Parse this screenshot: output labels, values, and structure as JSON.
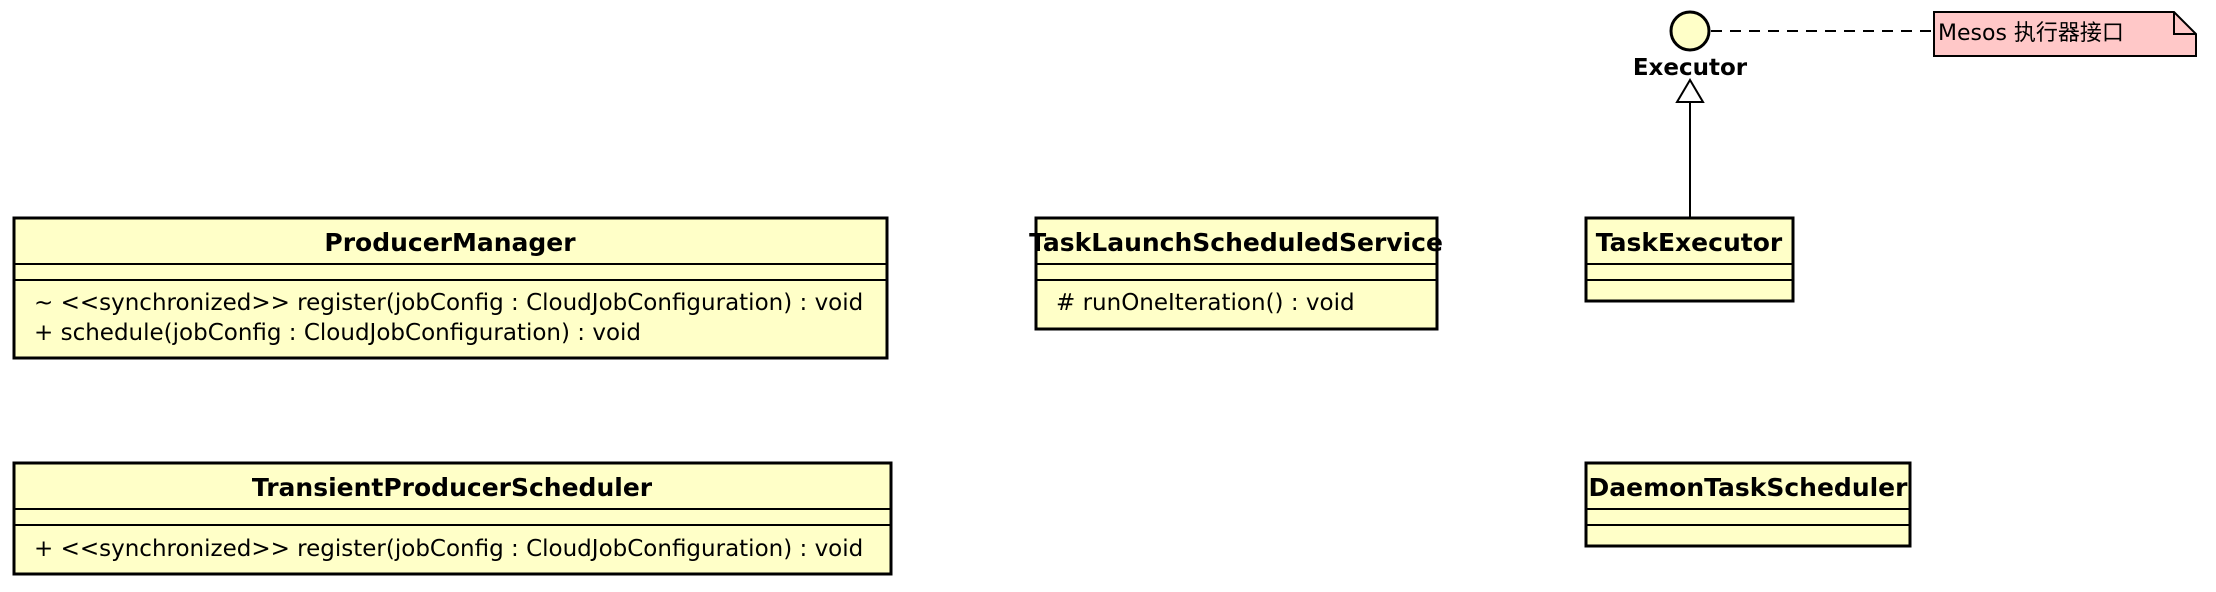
{
  "colors": {
    "class_fill": "#ffffc8",
    "note_fill": "#ffc8c8",
    "stroke": "#000000"
  },
  "interface": {
    "name": "Executor"
  },
  "note": {
    "text": "Mesos 执行器接口"
  },
  "classes": {
    "producer_manager": {
      "name": "ProducerManager",
      "operations": [
        "~ <<synchronized>> register(jobConfig : CloudJobConfiguration) : void",
        "+ schedule(jobConfig : CloudJobConfiguration) : void"
      ]
    },
    "task_launch": {
      "name": "TaskLaunchScheduledService",
      "operations": [
        "# runOneIteration() : void"
      ]
    },
    "task_executor": {
      "name": "TaskExecutor"
    },
    "transient_producer": {
      "name": "TransientProducerScheduler",
      "operations": [
        "+ <<synchronized>> register(jobConfig : CloudJobConfiguration) : void"
      ]
    },
    "daemon_task": {
      "name": "DaemonTaskScheduler"
    }
  }
}
